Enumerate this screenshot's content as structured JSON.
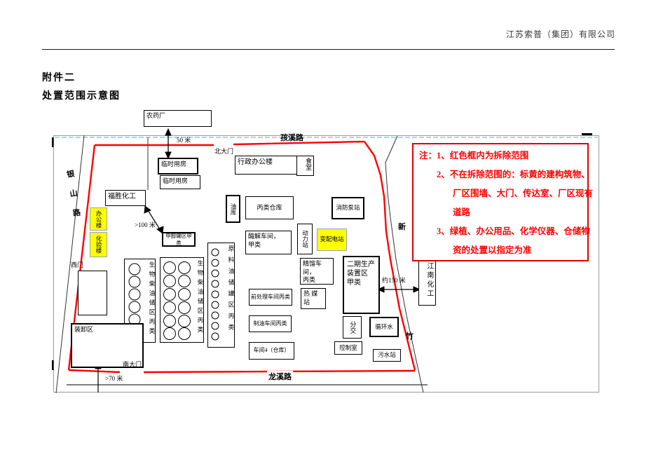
{
  "header": {
    "company": "江苏索普（集团）有限公司"
  },
  "titles": {
    "attachment": "附件二",
    "title": "处置范围示意图"
  },
  "note": {
    "l1": "注：1、红色框内为拆除范围",
    "l2": "2、不在拆除范围的：标黄的建构筑物、",
    "l3": "厂区围墙、大门、传达室、厂区现有",
    "l4": "道路",
    "l5": "3、绿植、办公用品、化学仪器、仓储物",
    "l6": "资的处置以指定为准"
  },
  "roads": {
    "top": "孩溪路",
    "bottom": "龙溪路",
    "left": "银山路",
    "right_upper": "新",
    "right_lower": "竹"
  },
  "gates": {
    "north": "北大门",
    "west": "西门",
    "south": "南大门"
  },
  "distances": {
    "north": "50 米",
    "west": ">100 米",
    "east": "约150 米",
    "south": ">70 米"
  },
  "neighbors": {
    "pesticide_plant": "农药厂",
    "fusheng": "福胜化工",
    "jiangnan": "江南化工"
  },
  "buildings": {
    "temp_house": "临时用房",
    "admin": "行政办公楼",
    "canteen": "食堂",
    "office_tower": "办公楼",
    "lab_tower": "化验楼",
    "warehouse_c": "丙类仓库",
    "oil_depot": "油库",
    "fire_pump": "消防泵站",
    "power_station": "动力站",
    "substation": "变配电站",
    "enzyme_l1": "酶解车间，",
    "enzyme_l2": "甲类",
    "distill_l1": "精馏车间，",
    "distill_l2": "丙类",
    "phase2_l1": "二期生产",
    "phase2_l2": "装置区",
    "phase2_l3": "甲类",
    "heat_l1": "热 媒",
    "heat_l2": "站",
    "fenjiao": "分交",
    "circ_water": "循环水",
    "control_room": "控制室",
    "sewage": "污水站",
    "pretreat": "前处理车间丙类",
    "oil_workshop": "制油车间丙类",
    "workshop4": "车间4（仓库）",
    "methanol": "甲醇罐区甲类",
    "loading": "装卸区"
  },
  "tanks": {
    "bio_label": "生物柴油储区丙类",
    "raw_label": "原料油储罐区丙类",
    "count_a": 6,
    "count_b": 12,
    "count_c": 9
  },
  "colors": {
    "boundary": "#ff0000",
    "highlight": "#ffff00",
    "note_text": "#ff0000",
    "guide_blue": "#9cc3e5"
  }
}
